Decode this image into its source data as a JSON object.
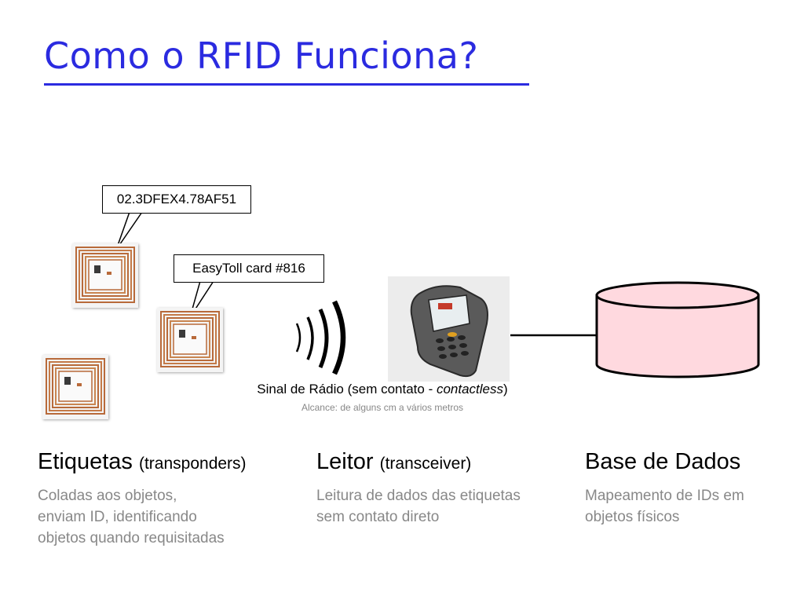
{
  "title": "Como o RFID Funciona?",
  "callouts": {
    "tag_id": "02.3DFEX4.78AF51",
    "tag_name": "EasyToll card #816"
  },
  "radio": {
    "caption_main": "Sinal de Rádio (sem contato - ",
    "caption_italic": "contactless",
    "caption_end": ")",
    "range": "Alcance: de  alguns cm a vários metros"
  },
  "columns": [
    {
      "heading": "Etiquetas",
      "subheading": "(transponders)",
      "lines": [
        "Coladas aos objetos,",
        "enviam ID, identificando",
        "objetos quando requisitadas"
      ]
    },
    {
      "heading": "Leitor",
      "subheading": "(transceiver)",
      "lines": [
        "Leitura  de dados das etiquetas",
        "sem contato direto"
      ]
    },
    {
      "heading": "Base de Dados",
      "subheading": "",
      "lines": [
        "Mapeamento de IDs em",
        "objetos físicos"
      ]
    }
  ],
  "colors": {
    "title": "#2b2be0",
    "database_fill": "#ffd9df",
    "coil": "#b86a3a"
  },
  "icons": [
    "rfid-tag-icon",
    "radio-waves-icon",
    "handheld-reader-icon",
    "database-cylinder-icon",
    "arrow-right-icon"
  ]
}
